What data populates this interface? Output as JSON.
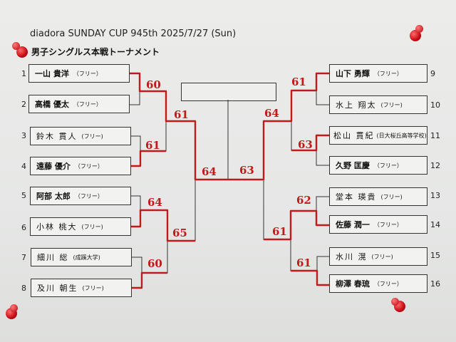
{
  "title": "diadora SUNDAY CUP 945th 2025/7/27 (Sun)",
  "subtitle": "男子シングルス本戦トーナメント",
  "players": [
    {
      "no": "1",
      "name": "一山 貴洋",
      "aff": "（フリー）"
    },
    {
      "no": "2",
      "name": "高橋 優太",
      "aff": "（フリー）"
    },
    {
      "no": "3",
      "name": "鈴木 貫人",
      "aff": "(フリー)"
    },
    {
      "no": "4",
      "name": "遠藤 優介",
      "aff": "（フリー）"
    },
    {
      "no": "5",
      "name": "阿部 太郎",
      "aff": "（フリー）"
    },
    {
      "no": "6",
      "name": "小林 桃大",
      "aff": "(フリー)"
    },
    {
      "no": "7",
      "name": "細川 総",
      "aff": "(成蹊大学)"
    },
    {
      "no": "8",
      "name": "及川 朝生",
      "aff": "(フリー)"
    },
    {
      "no": "9",
      "name": "山下 勇輝",
      "aff": "（フリー）"
    },
    {
      "no": "10",
      "name": "水上 翔太",
      "aff": "(フリー)"
    },
    {
      "no": "11",
      "name": "松山 貫紀",
      "aff": "(日大桜丘高等学校)"
    },
    {
      "no": "12",
      "name": "久野 匡慶",
      "aff": "（フリー）"
    },
    {
      "no": "13",
      "name": "堂本 瑛貴",
      "aff": "(フリー)"
    },
    {
      "no": "14",
      "name": "佐藤 潤一",
      "aff": "（フリー）"
    },
    {
      "no": "15",
      "name": "水川 滉",
      "aff": "(フリー)"
    },
    {
      "no": "16",
      "name": "柳澤 春琉",
      "aff": "（フリー）"
    }
  ],
  "scores": {
    "r1_m1": "60",
    "r1_m2": "61",
    "r1_m3": "64",
    "r1_m4": "60",
    "r1_m5": "61",
    "r1_m6": "63",
    "r1_m7": "62",
    "r1_m8": "61",
    "qf_left_top": "61",
    "qf_left_bottom": "65",
    "qf_right_top": "64",
    "qf_right_bottom": "61",
    "sf_left": "64",
    "sf_right": "63"
  },
  "champion": ""
}
